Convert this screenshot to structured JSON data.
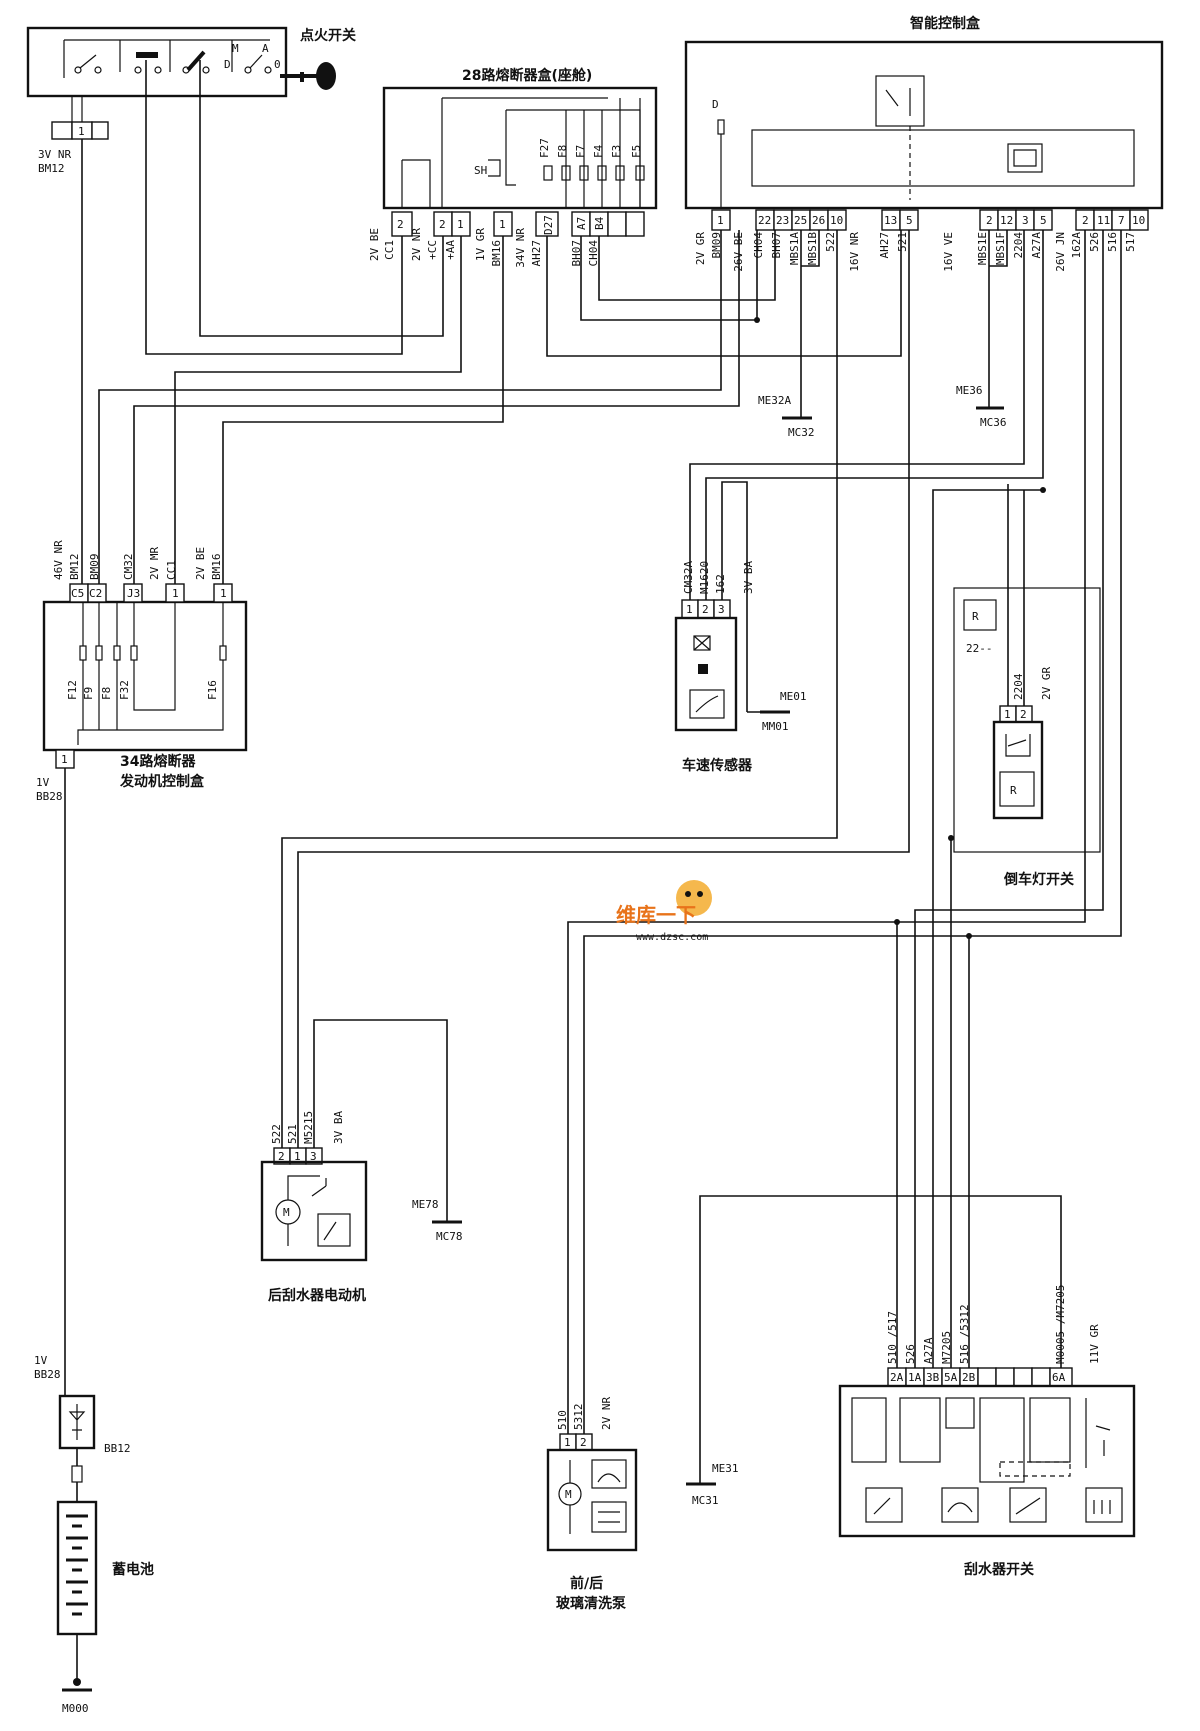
{
  "components": {
    "ignition_switch": {
      "title": "点火开关",
      "pin": "1",
      "positions": [
        "M",
        "A",
        "D",
        "0"
      ],
      "wire": [
        "3V NR",
        "BM12"
      ]
    },
    "fuse_box_28": {
      "title": "28路熔断器盒(座舱)",
      "inner_label": "SH",
      "fuses": [
        "F27",
        "F8",
        "F7",
        "F4",
        "F3",
        "F5"
      ],
      "pins": [
        "2",
        "2",
        "1",
        "1",
        "D27",
        "A7",
        "B4"
      ]
    },
    "smart_box": {
      "title": "智能控制盒",
      "inner_label": "D",
      "pins": [
        "1",
        "22",
        "23",
        "25",
        "26",
        "10",
        "13",
        "5",
        "2",
        "12",
        "3",
        "5",
        "2",
        "11",
        "7",
        "10"
      ]
    },
    "fuse_box_34": {
      "title_line1": "34路熔断器",
      "title_line2": "发动机控制盒",
      "pins": [
        "C5",
        "C2",
        "J3",
        "1",
        "1"
      ],
      "fuses": [
        "F12",
        "F9",
        "F8",
        "F32",
        "F16"
      ],
      "out_pin": "1"
    },
    "speed_sensor": {
      "title": "车速传感器",
      "pins": [
        "1",
        "2",
        "3"
      ]
    },
    "reverse_switch": {
      "title": "倒车灯开关",
      "code": "22--",
      "pins": [
        "1",
        "2"
      ]
    },
    "rear_wiper_motor": {
      "title": "后刮水器电动机",
      "pins": [
        "2",
        "1",
        "3"
      ]
    },
    "washer_pump": {
      "title_line1": "前/后",
      "title_line2": "玻璃清洗泵",
      "pins": [
        "1",
        "2"
      ]
    },
    "wiper_switch": {
      "title": "刮水器开关",
      "pins": [
        "2A",
        "1A",
        "3B",
        "5A",
        "2B",
        "6A"
      ]
    },
    "battery": {
      "title": "蓄电池"
    },
    "watermark": {
      "text_line1": "维库一下",
      "text_line2": "www.dzsc.com"
    }
  },
  "wire_labels": {
    "fb28": [
      "2V BE",
      "CC1",
      "2V NR",
      "+CC",
      "+AA",
      "1V GR",
      "BM16",
      "34V NR",
      "AH27",
      "BH07",
      "CH04"
    ],
    "smart_box": [
      "2V GR",
      "BM09",
      "26V BE",
      "CH04",
      "BH07",
      "MBS1A",
      "MBS1B",
      "522",
      "16V NR",
      "AH27",
      "521",
      "16V VE",
      "MBS1E",
      "MBS1F",
      "2204",
      "A27A",
      "26V JN",
      "162A",
      "526",
      "516",
      "517"
    ],
    "fb34": [
      "46V NR",
      "BM12",
      "BM09",
      "CM32",
      "2V MR",
      "CC1",
      "2V BE",
      "BM16"
    ],
    "fb34_out": [
      "1V",
      "BB28"
    ],
    "speed_sensor": [
      "CM32A",
      "M1620",
      "162",
      "3V BA"
    ],
    "reverse_switch": [
      "2204",
      "2V GR"
    ],
    "rear_wiper": [
      "522",
      "521",
      "M5215",
      "3V BA"
    ],
    "washer": [
      "510",
      "5312",
      "2V NR"
    ],
    "wiper_switch": [
      "510 /517",
      "526",
      "A27A",
      "M7205",
      "516 /5312",
      "M0005 /M7205",
      "11V GR"
    ],
    "battery": [
      "1V",
      "BB28",
      "BB12"
    ]
  },
  "grounds": [
    "ME32A",
    "MC32",
    "ME36",
    "MC36",
    "ME01",
    "MM01",
    "ME78",
    "MC78",
    "ME31",
    "MC31",
    "M000"
  ],
  "colors": {
    "ink": "#111111",
    "background": "#ffffff",
    "watermark": "#e8731a"
  }
}
